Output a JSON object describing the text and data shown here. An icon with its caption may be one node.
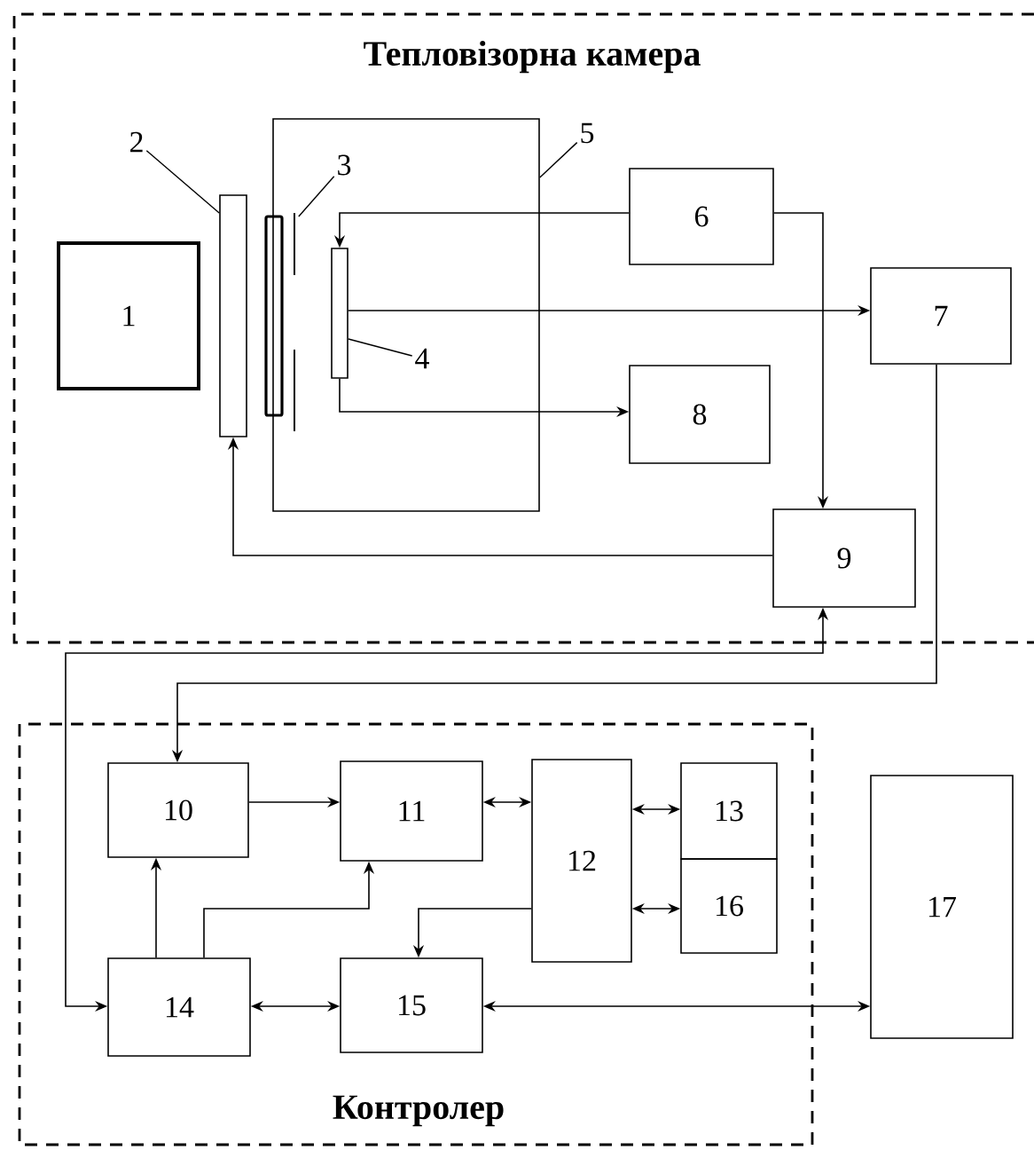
{
  "diagram": {
    "nodes": [
      {
        "text": [
          "Тепловізорна камера"
        ]
      },
      {
        "text": [
          "1"
        ],
        "in": 0
      },
      {
        "text": [
          "2"
        ],
        "in": 0
      },
      {
        "text": [],
        "shape": "bar",
        "in": 0
      },
      {
        "text": [],
        "shape": "box",
        "in": 0
      },
      {
        "text": [
          "3"
        ],
        "in": 4
      },
      {
        "text": [],
        "shape": "line",
        "in": 4
      },
      {
        "text": [
          "4"
        ],
        "in": 4
      },
      {
        "text": [],
        "shape": "bar",
        "in": 4
      },
      {
        "text": [
          "5"
        ],
        "in": 0
      },
      {
        "text": [
          "6"
        ],
        "in": 0
      },
      {
        "text": [
          "7"
        ],
        "in": 0
      },
      {
        "text": [
          "8"
        ],
        "in": 0
      },
      {
        "text": [
          "9"
        ],
        "in": 0
      },
      {
        "text": [
          "Контролер"
        ]
      },
      {
        "text": [
          "10"
        ],
        "in": 14
      },
      {
        "text": [
          "11"
        ],
        "in": 14
      },
      {
        "text": [
          "12"
        ],
        "in": 14
      },
      {
        "text": [
          "13"
        ],
        "in": 14
      },
      {
        "text": [
          "16"
        ],
        "in": 14
      },
      {
        "text": [
          "14"
        ],
        "in": 14
      },
      {
        "text": [
          "15"
        ],
        "in": 14
      },
      {
        "text": [
          "17"
        ]
      }
    ],
    "edges": [
      {
        "from": 2,
        "to": 3,
        "arrow": "none"
      },
      {
        "from": 5,
        "to": 6,
        "arrow": "none"
      },
      {
        "from": 7,
        "to": 8,
        "arrow": "none"
      },
      {
        "from": 9,
        "to": 4,
        "arrow": "none"
      },
      {
        "from": 10,
        "to": 8,
        "arrow": "to"
      },
      {
        "from": 8,
        "to": 11,
        "arrow": "to"
      },
      {
        "from": 8,
        "to": 12,
        "arrow": "to"
      },
      {
        "from": 10,
        "to": 13,
        "arrow": "to"
      },
      {
        "from": 13,
        "to": 3,
        "arrow": "to"
      },
      {
        "from": 11,
        "to": 15,
        "arrow": "to"
      },
      {
        "from": 13,
        "to": 20,
        "arrow": "both"
      },
      {
        "from": 15,
        "to": 16,
        "arrow": "to"
      },
      {
        "from": 16,
        "to": 17,
        "arrow": "both"
      },
      {
        "from": 17,
        "to": 18,
        "arrow": "both"
      },
      {
        "from": 17,
        "to": 19,
        "arrow": "both"
      },
      {
        "from": 17,
        "to": 21,
        "arrow": "to"
      },
      {
        "from": 20,
        "to": 15,
        "arrow": "to"
      },
      {
        "from": 20,
        "to": 16,
        "arrow": "to"
      },
      {
        "from": 20,
        "to": 21,
        "arrow": "both"
      },
      {
        "from": 21,
        "to": 22,
        "arrow": "both"
      }
    ]
  }
}
